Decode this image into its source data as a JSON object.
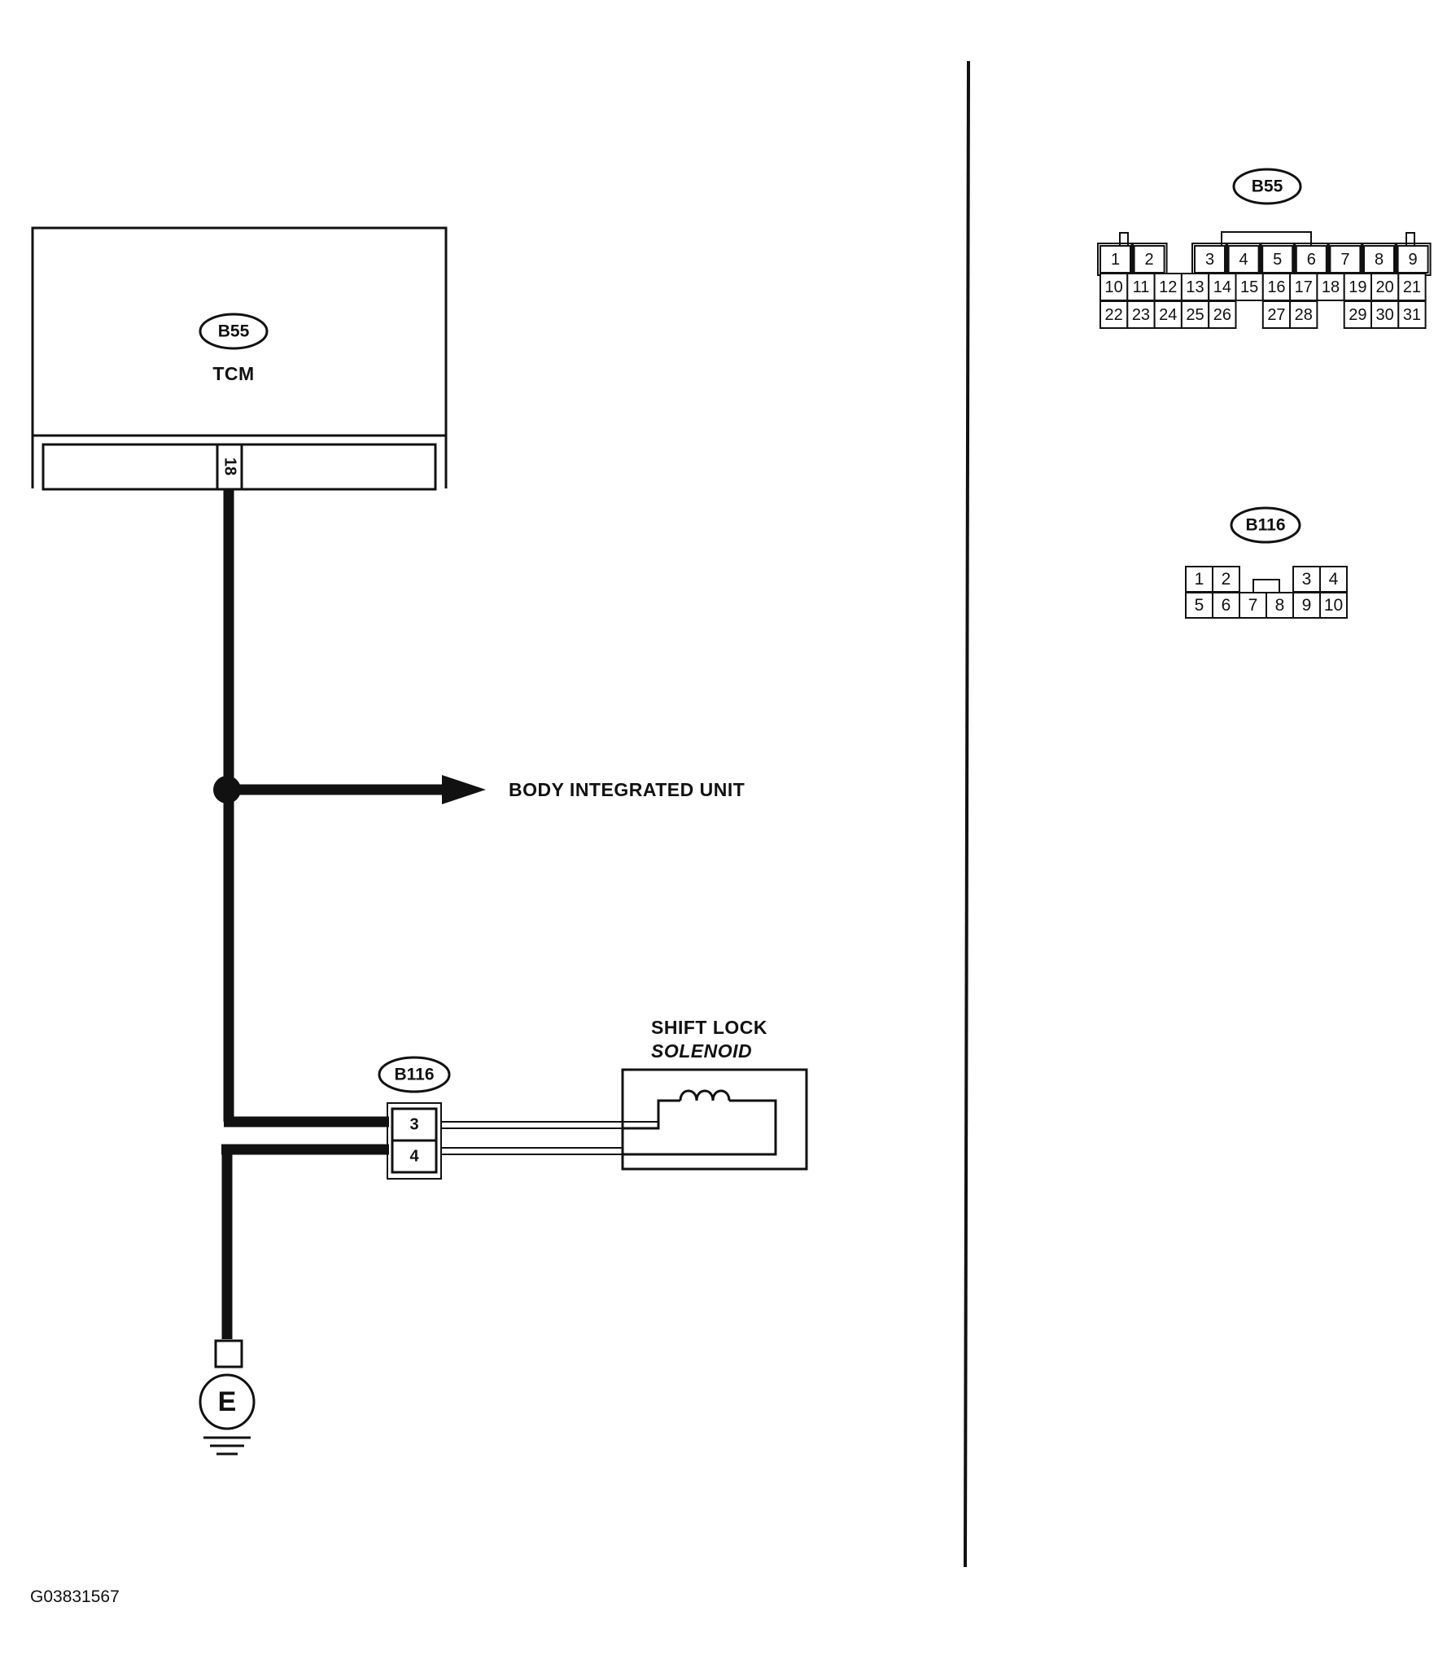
{
  "tcm": {
    "connector": "B55",
    "label": "TCM",
    "pin": "18"
  },
  "body_unit": {
    "label": "BODY INTEGRATED UNIT"
  },
  "shift_lock": {
    "label_line1": "SHIFT LOCK",
    "label_line2": "SOLENOID"
  },
  "b116_small": {
    "label": "B116",
    "pins": [
      "3",
      "4"
    ]
  },
  "ground": {
    "label": "E"
  },
  "b55_face": {
    "label": "B55",
    "row1": [
      "1",
      "2",
      "3",
      "4",
      "5",
      "6",
      "7",
      "8",
      "9"
    ],
    "row2": [
      "10",
      "11",
      "12",
      "13",
      "14",
      "15",
      "16",
      "17",
      "18",
      "19",
      "20",
      "21"
    ],
    "row3": [
      "22",
      "23",
      "24",
      "25",
      "26",
      "27",
      "28",
      "29",
      "30",
      "31"
    ]
  },
  "b116_face": {
    "label": "B116",
    "row1": [
      "1",
      "2",
      "3",
      "4"
    ],
    "row2": [
      "5",
      "6",
      "7",
      "8",
      "9",
      "10"
    ]
  },
  "figure_code": "G03831567"
}
